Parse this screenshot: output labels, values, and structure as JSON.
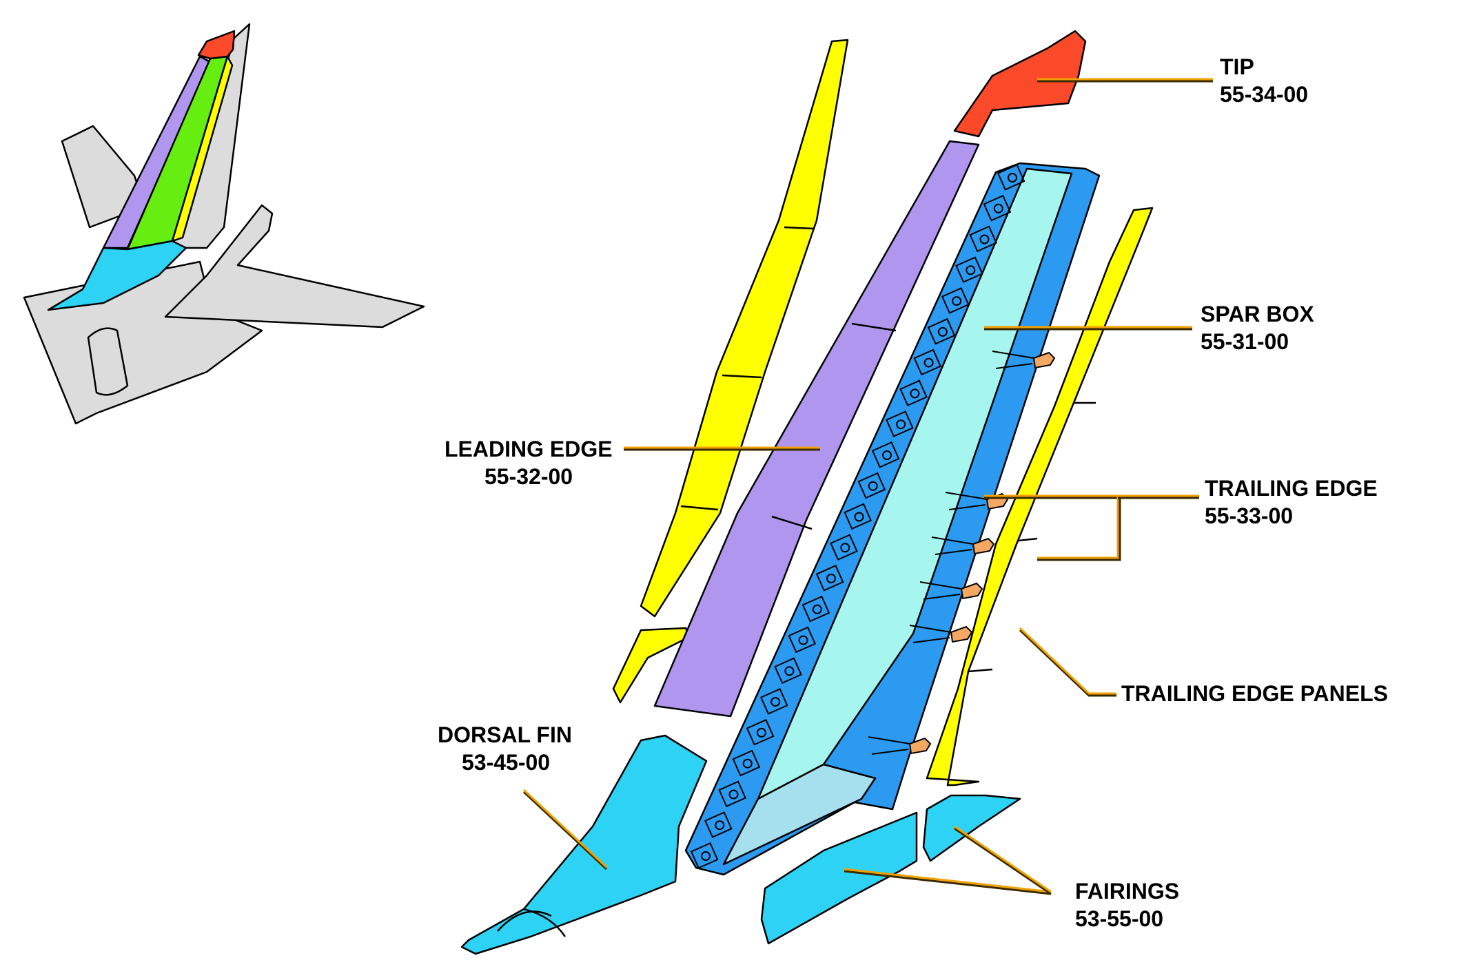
{
  "labels": {
    "tip": {
      "name": "TIP",
      "code": "55-34-00"
    },
    "spar_box": {
      "name": "SPAR BOX",
      "code": "55-31-00"
    },
    "leading_edge": {
      "name": "LEADING EDGE",
      "code": "55-32-00"
    },
    "trailing_edge": {
      "name": "TRAILING EDGE",
      "code": "55-33-00"
    },
    "trailing_edge_panels": {
      "name": "TRAILING EDGE PANELS"
    },
    "dorsal_fin": {
      "name": "DORSAL FIN",
      "code": "53-45-00"
    },
    "fairings": {
      "name": "FAIRINGS",
      "code": "53-55-00"
    }
  },
  "colors": {
    "tip": "#fa4a2a",
    "leading_edge": "#b096ee",
    "leading_edge_panels": "#ffff00",
    "spar_box": "#2b9af0",
    "spar_box_inner": "#a6f5ee",
    "trailing_edge_panels": "#ffff00",
    "fitting": "#f5a862",
    "dorsal_fin": "#2ed2f4",
    "fairings": "#2ed2f4",
    "inset_green": "#66ee11",
    "inset_aircraft": "#dcdcdc",
    "leader_line": "#f2a000"
  }
}
